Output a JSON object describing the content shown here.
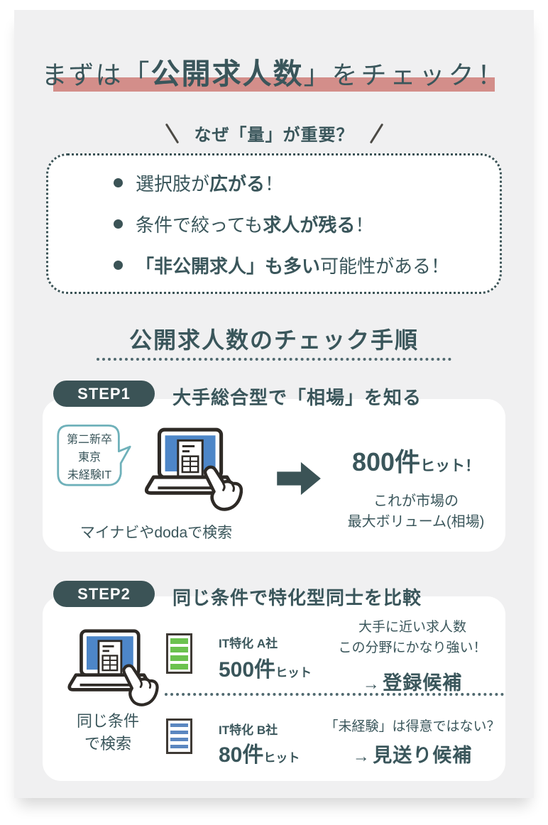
{
  "colors": {
    "text": "#3a565b",
    "teal_dark": "#3b5356",
    "accent_red": "#d38e8a",
    "bubble_border": "#6fb1ba",
    "screen_blue": "#4d86c8",
    "bar_green": "#6bc24e",
    "bar_blue": "#5b87c0",
    "panel_bg": "#f0f0f1"
  },
  "title": {
    "pre": "まずは",
    "bracket_open": "「",
    "emphasis": "公開求人数",
    "bracket_close": "」",
    "post": "をチェック！"
  },
  "why": {
    "heading": "なぜ「量」が重要？",
    "bullets": [
      {
        "pre": "選択肢が",
        "bold": "広がる",
        "post": "！"
      },
      {
        "pre": "条件で絞っても",
        "bold": "求人が残る",
        "post": "！"
      },
      {
        "pre": "",
        "bold": "「非公開求人」も多い",
        "post": "可能性がある！"
      }
    ]
  },
  "procedure": {
    "heading": "公開求人数のチェック手順"
  },
  "step1": {
    "badge": "STEP1",
    "heading": "大手総合型で「相場」を知る",
    "bubble_lines": [
      "第二新卒",
      "東京",
      "未経験IT"
    ],
    "caption": "マイナビやdodaで検索",
    "result_number": "800件",
    "result_suffix": "ヒット！",
    "note_line1": "これが市場の",
    "note_line2": "最大ボリューム(相場)"
  },
  "step2": {
    "badge": "STEP2",
    "heading": "同じ条件で特化型同士を比較",
    "caption_line1": "同じ条件",
    "caption_line2": "で検索",
    "rows": [
      {
        "company": "IT特化 A社",
        "count": "500件",
        "count_suffix": "ヒット",
        "comment_line1": "大手に近い求人数",
        "comment_line2": "この分野にかなり強い！",
        "verdict_arrow": "→",
        "verdict": "登録候補"
      },
      {
        "company": "IT特化 B社",
        "count": "80件",
        "count_suffix": "ヒット",
        "comment_line1": "「未経験」は得意ではない？",
        "comment_line2": "",
        "verdict_arrow": "→",
        "verdict": "見送り候補"
      }
    ]
  },
  "icons": {
    "bubble": "speech-bubble-icon",
    "laptop": "laptop-search-icon",
    "arrow": "block-arrow-right-icon",
    "list_green": "result-list-green-icon",
    "list_blue": "result-list-blue-icon"
  }
}
